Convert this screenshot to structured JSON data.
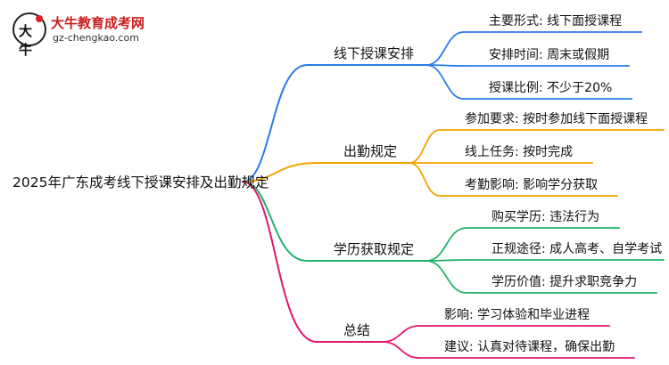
{
  "logo": {
    "name": "大牛教育成考网",
    "url": "gz-chengkao.com",
    "mark": "大牛"
  },
  "root": "2025年广东成考线下授课安排及出勤规定",
  "branches": [
    {
      "label": "线下授课安排",
      "color": "#2c7be5",
      "leaves": [
        "主要形式: 线下面授课程",
        "安排时间: 周末或假期",
        "授课比例: 不少于20%"
      ]
    },
    {
      "label": "出勤规定",
      "color": "#f0a500",
      "leaves": [
        "参加要求: 按时参加线下面授课程",
        "线上任务: 按时完成",
        "考勤影响: 影响学分获取"
      ]
    },
    {
      "label": "学历获取规定",
      "color": "#21b36b",
      "leaves": [
        "购买学历: 违法行为",
        "正规途径: 成人高考、自学考试",
        "学历价值: 提升求职竞争力"
      ]
    },
    {
      "label": "总结",
      "color": "#e0186c",
      "leaves": [
        "影响: 学习体验和毕业进程",
        "建议: 认真对待课程，确保出勤"
      ]
    }
  ]
}
